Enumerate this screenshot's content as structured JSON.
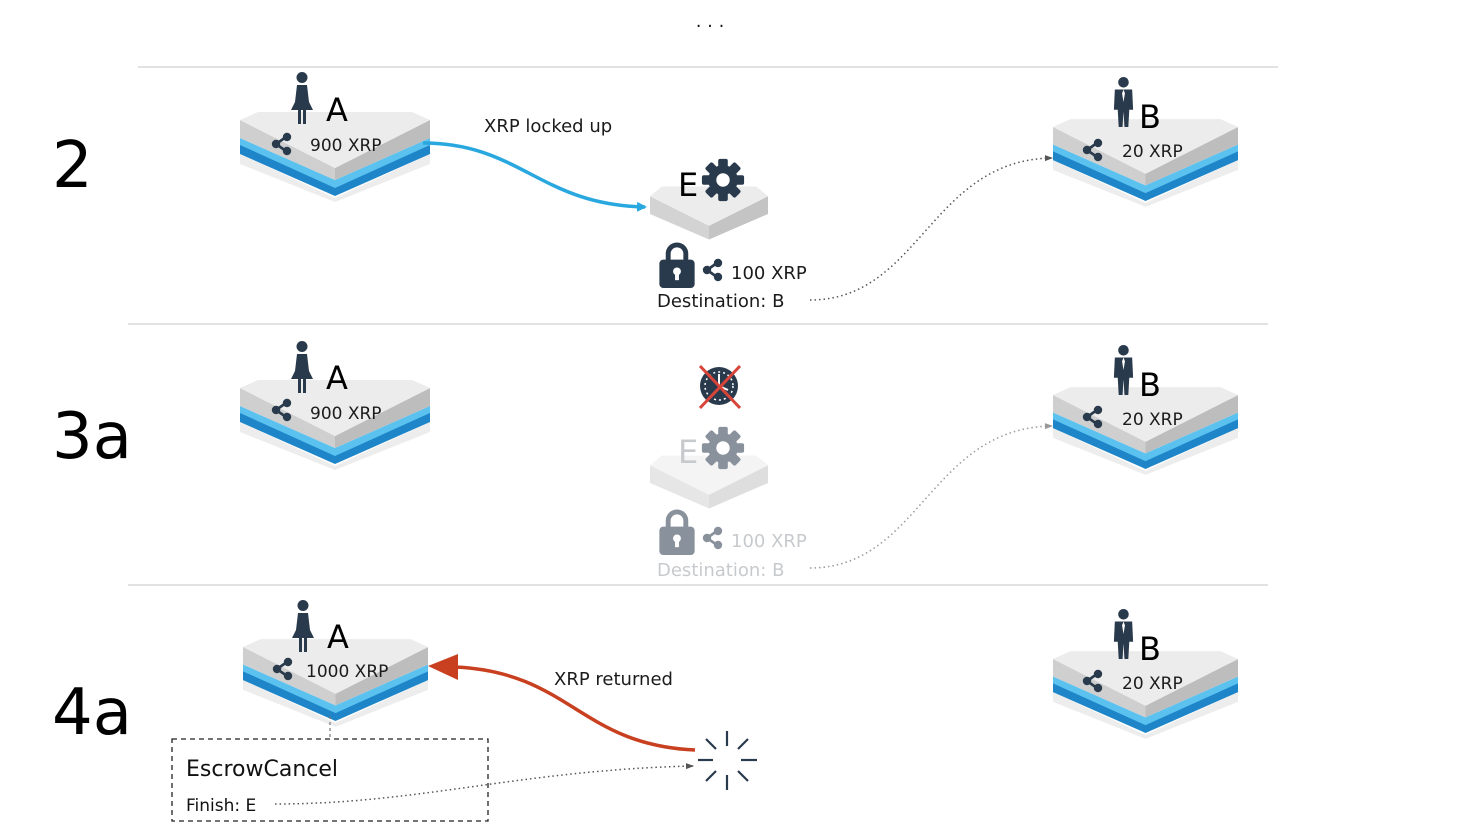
{
  "ellipsis": "· · ·",
  "rows": [
    {
      "step": "2",
      "account_a": {
        "letter": "A",
        "balance": "900 XRP"
      },
      "account_b": {
        "letter": "B",
        "balance": "20 XRP"
      },
      "escrow": {
        "letter": "E",
        "amount": "100 XRP",
        "destination": "Destination: B"
      },
      "arrow_label": "XRP locked up"
    },
    {
      "step": "3a",
      "account_a": {
        "letter": "A",
        "balance": "900 XRP"
      },
      "account_b": {
        "letter": "B",
        "balance": "20 XRP"
      },
      "escrow": {
        "letter": "E",
        "amount": "100 XRP",
        "destination": "Destination: B"
      }
    },
    {
      "step": "4a",
      "account_a": {
        "letter": "A",
        "balance": "1000 XRP"
      },
      "account_b": {
        "letter": "B",
        "balance": "20 XRP"
      },
      "arrow_label": "XRP returned",
      "transaction": {
        "type": "EscrowCancel",
        "field": "Finish: E"
      }
    }
  ],
  "colors": {
    "locked_arrow": "#29a8e0",
    "returned_arrow": "#c8401f",
    "icon": "#2a3a4d",
    "x_mark": "#d9443a",
    "muted": "#9aa0a6"
  },
  "icons": [
    "person-female-icon",
    "person-male-icon",
    "xrp-icon",
    "gear-icon",
    "lock-icon",
    "expired-clock-icon",
    "vanish-burst-icon"
  ]
}
